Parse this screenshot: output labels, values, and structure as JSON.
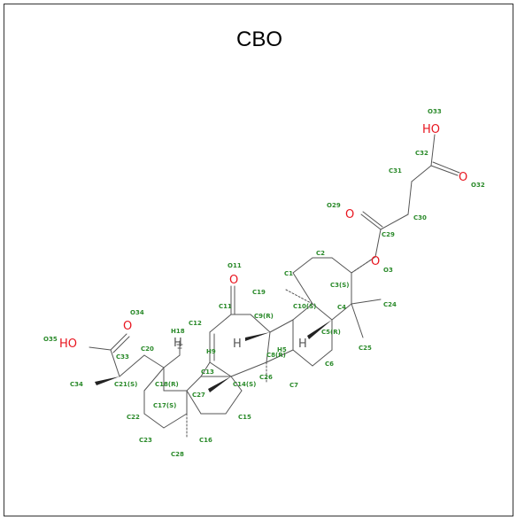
{
  "title": "CBO",
  "colors": {
    "bond": "#555555",
    "label": "#2a8a2a",
    "oxygen": "#e8141e",
    "hydrogen": "#555555"
  },
  "atom_symbols": {
    "ho_top": "HO",
    "o29": "O",
    "o32": "O",
    "o3": "O",
    "o11": "O",
    "o34": "O",
    "ho_left": "HO",
    "h9": "H",
    "h5": "H",
    "h18": "H"
  },
  "labels": {
    "O33": "O33",
    "C32": "C32",
    "C31": "C31",
    "O32": "O32",
    "O29": "O29",
    "C30": "C30",
    "C29": "C29",
    "C2": "C2",
    "O3": "O3",
    "C1": "C1",
    "C3": "C3(S)",
    "O11": "O11",
    "C19": "C19",
    "C10": "C10(S)",
    "C24": "C24",
    "C4": "C4",
    "C11": "C11",
    "C9": "C9(R)",
    "O34": "O34",
    "C12": "C12",
    "C5": "C5(R)",
    "C25": "C25",
    "O35": "O35",
    "C33": "C33",
    "H18": "H18",
    "C20": "C20",
    "H9": "H9",
    "C8": "C8(R)",
    "C6": "C6",
    "C34": "C34",
    "C21": "C21(S)",
    "C18": "C18(R)",
    "C13": "C13",
    "C14": "C14(S)",
    "C7": "C7",
    "C27": "C27",
    "C26": "C26",
    "C22": "C22",
    "C17": "C17(S)",
    "C15": "C15",
    "C23": "C23",
    "C16": "C16",
    "C28": "C28",
    "H5": "H5"
  }
}
